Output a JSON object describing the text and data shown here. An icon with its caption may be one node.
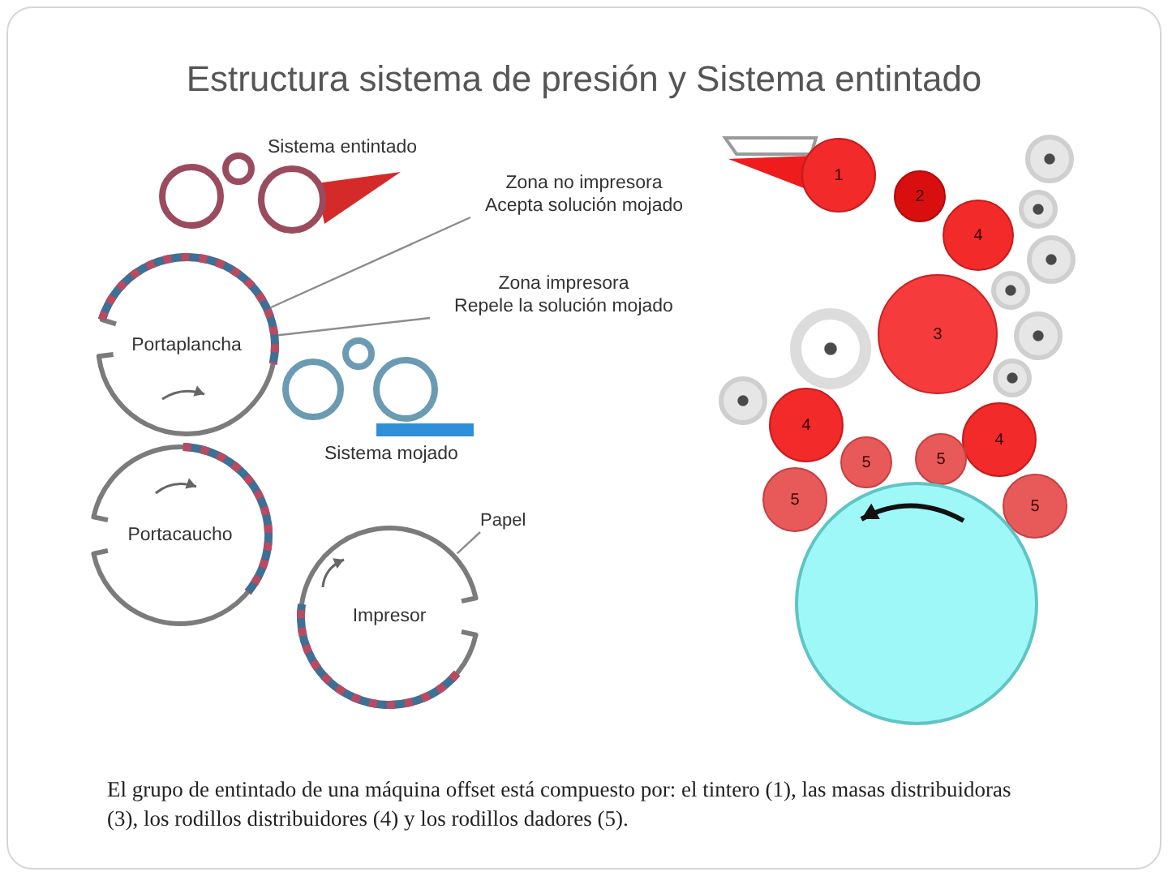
{
  "diagram": {
    "title": "Estructura sistema de presión y Sistema entintado",
    "caption": "El grupo de entintado de una máquina offset está compuesto por: el tintero (1), las masas distribuidoras (3), los rodillos distribuidores (4) y los rodillos dadores (5).",
    "nodes": [
      {
        "text": [],
        "shape": "circle"
      },
      {
        "text": [],
        "shape": "circle"
      },
      {
        "text": [],
        "shape": "circle"
      },
      {
        "text": [
          "Zona no impresora",
          "Acepta solución mojado"
        ]
      },
      {
        "text": [
          "Zona impresora",
          "Repele la solución mojado"
        ]
      },
      {
        "text": [
          "Portaplancha"
        ]
      },
      {
        "text": [],
        "shape": "circle"
      },
      {
        "text": [],
        "shape": "circle"
      },
      {
        "text": [],
        "shape": "circle"
      },
      {
        "text": [
          "Portacaucho"
        ]
      },
      {
        "text": [
          "Papel"
        ]
      },
      {
        "text": [
          "Impresor"
        ]
      },
      {
        "text": [
          "1"
        ]
      },
      {
        "text": [],
        "shape": "circle"
      },
      {
        "text": [
          "2"
        ]
      },
      {
        "text": [],
        "shape": "circle"
      },
      {
        "text": [
          "4"
        ]
      },
      {
        "text": [],
        "shape": "circle"
      },
      {
        "text": [],
        "shape": "circle"
      },
      {
        "text": [
          "3"
        ]
      },
      {
        "text": [],
        "shape": "circle"
      },
      {
        "text": [],
        "shape": "circle"
      },
      {
        "text": [],
        "shape": "circle"
      },
      {
        "text": [],
        "shape": "circle"
      },
      {
        "text": [
          "4"
        ]
      },
      {
        "text": [
          "4"
        ]
      },
      {
        "text": [
          "5"
        ]
      },
      {
        "text": [
          "5"
        ]
      },
      {
        "text": [
          "5"
        ]
      },
      {
        "text": [
          "5"
        ]
      },
      {
        "text": [],
        "shape": "circle"
      }
    ],
    "edges": [
      {
        "from": 3,
        "to": 5,
        "arrow": "none"
      },
      {
        "from": 4,
        "to": 5,
        "arrow": "none"
      },
      {
        "from": 10,
        "to": 11,
        "arrow": "none"
      }
    ],
    "labels": [
      "Sistema entintado",
      "Sistema mojado"
    ]
  }
}
